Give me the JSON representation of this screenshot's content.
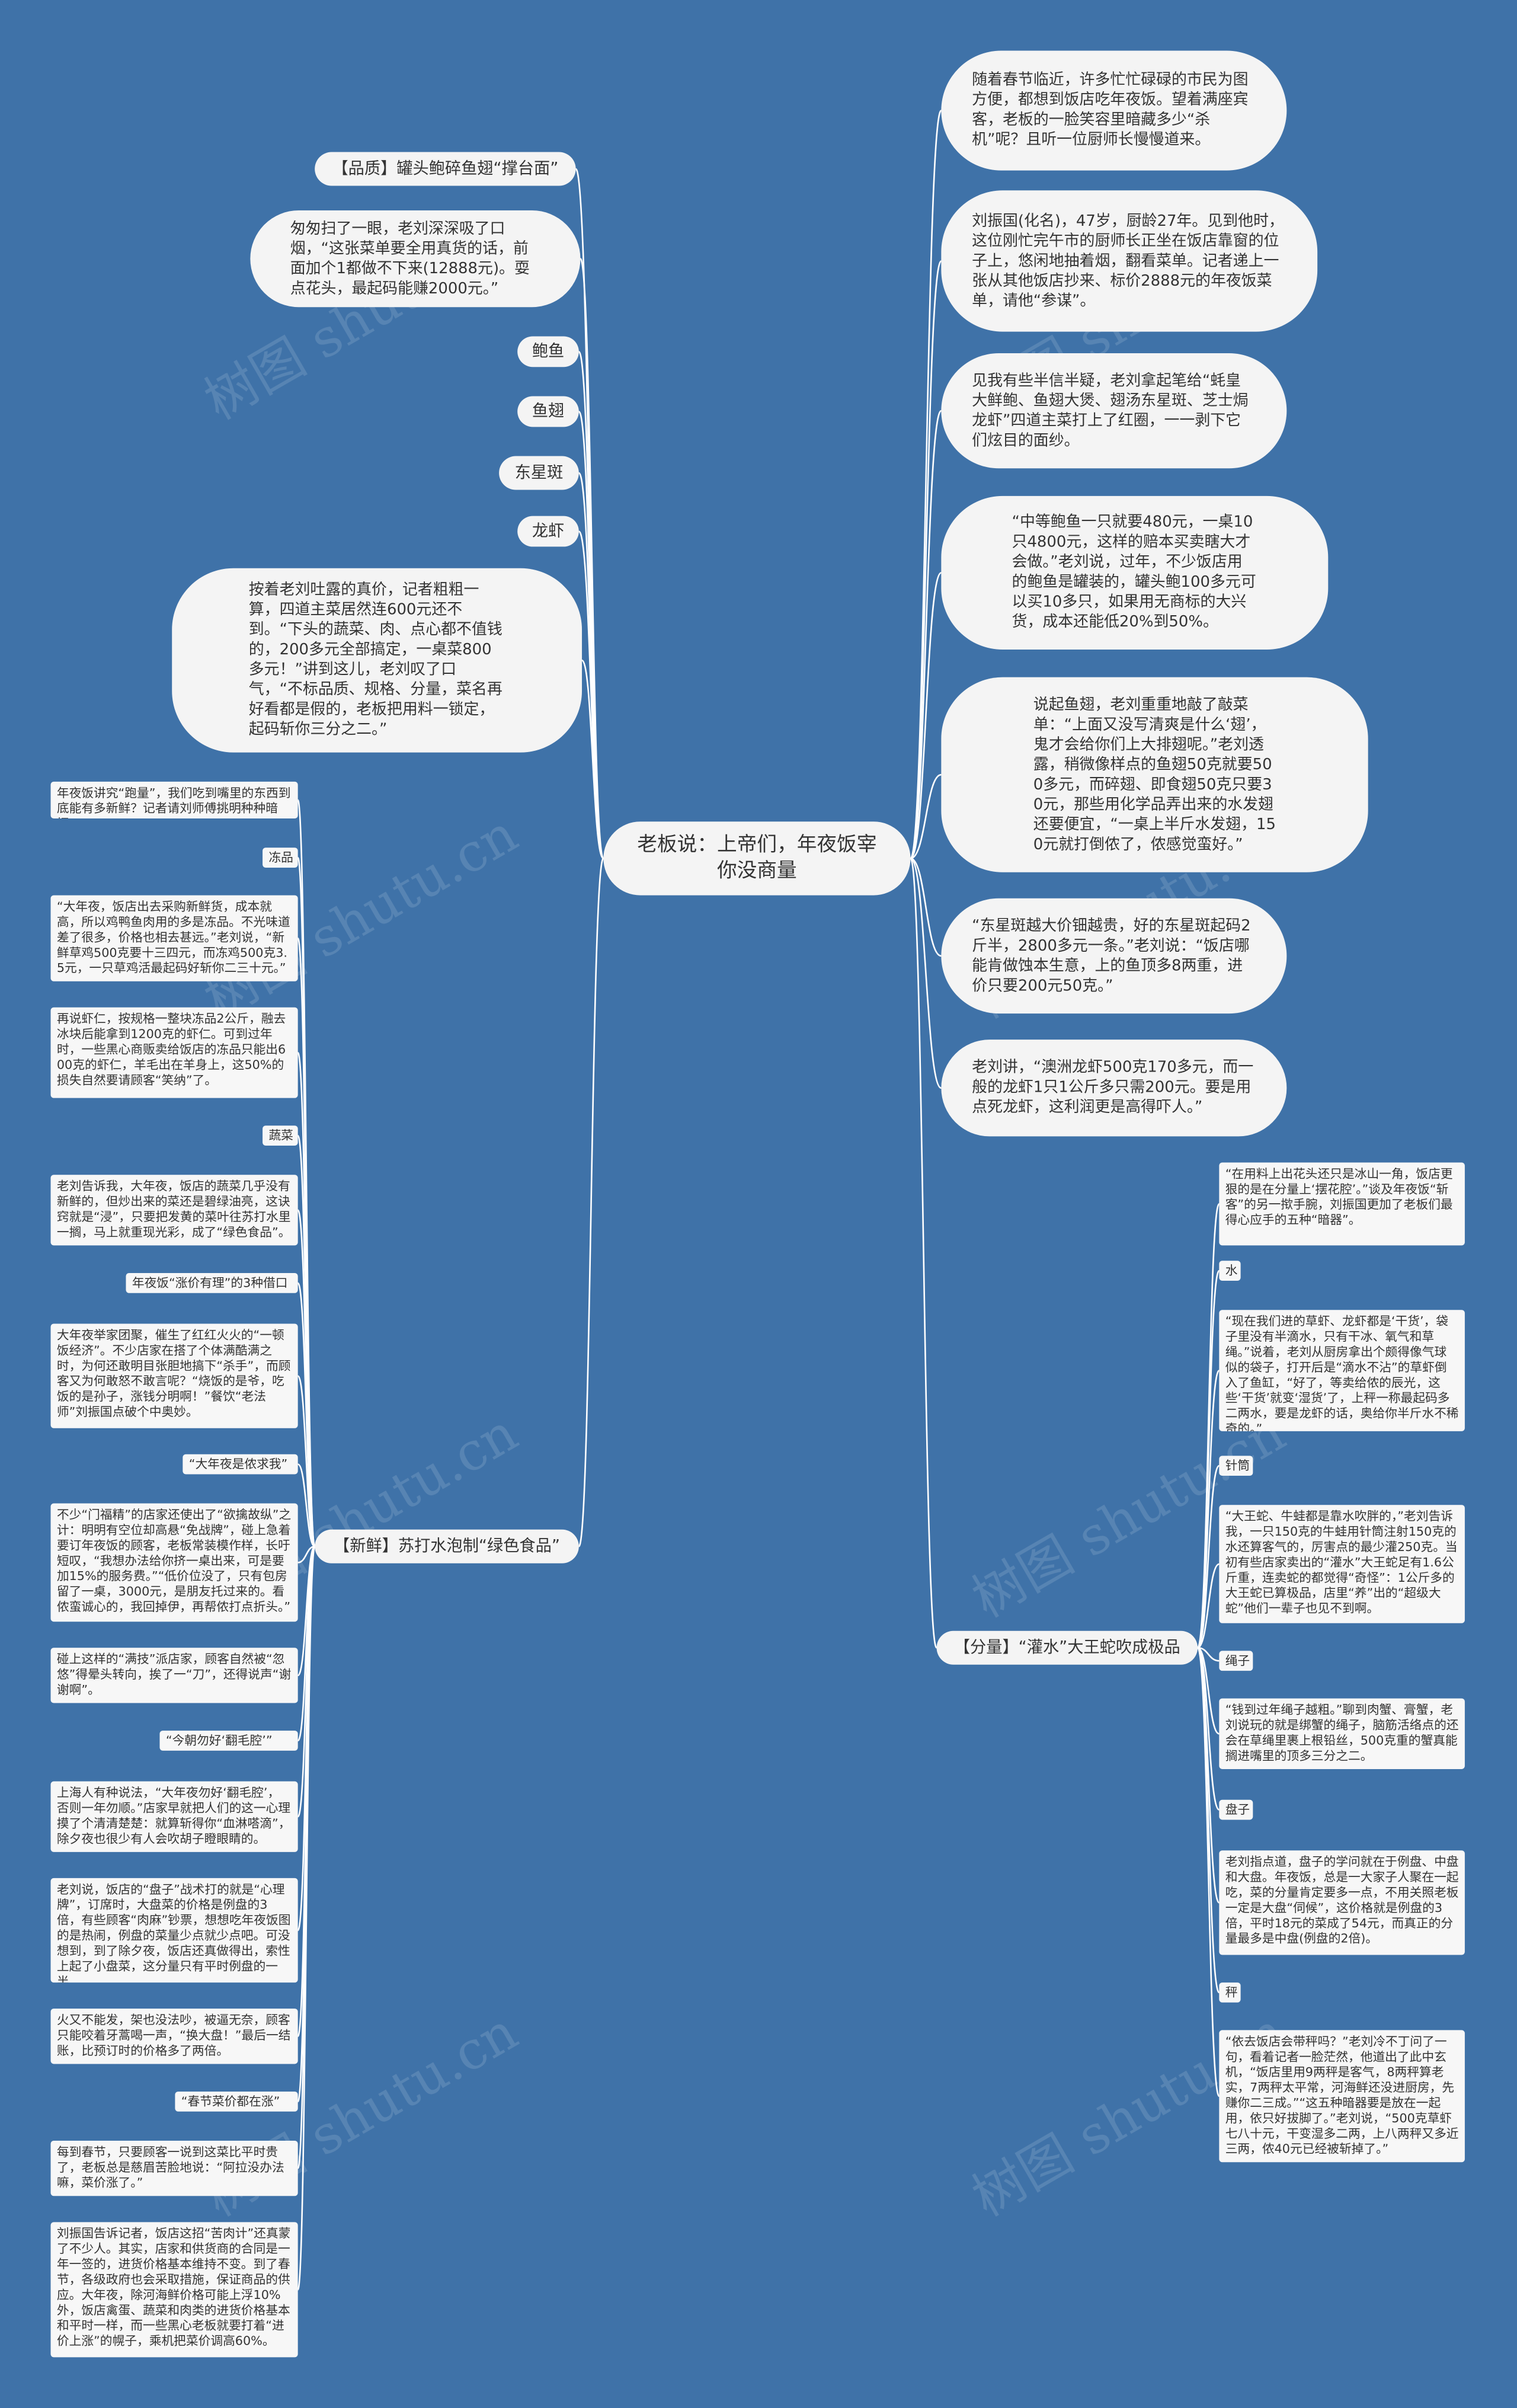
{
  "center_title": "老板说：上帝们，年夜饭宰你没商量",
  "watermark": "树图 shutu.cn",
  "left_branches": {
    "quality": "【品质】罐头鲍碎鱼翅“撑台面”",
    "quality_desc": "匆匆扫了一眼，老刘深深吸了口烟，“这张菜单要全用真货的话，前面加个1都做不下来(12888元)。耍点花头，最起码能赚2000元。”",
    "items": [
      "鲍鱼",
      "鱼翅",
      "东星斑",
      "龙虾"
    ],
    "cost_desc": "按着老刘吐露的真价，记者粗粗一算，四道主菜居然连600元还不到。“下头的蔬菜、肉、点心都不值钱的，200多元全部搞定，一桌菜800多元！”讲到这儿，老刘叹了口气，“不标品质、规格、分量，菜名再好看都是假的，老板把用料一锁定，起码斩你三分之二。”",
    "fresh": "【新鲜】苏打水泡制“绿色食品”"
  },
  "right_bubbles": [
    "随着春节临近，许多忙忙碌碌的市民为图方便，都想到饭店吃年夜饭。望着满座宾客，老板的一脸笑容里暗藏多少“杀机”呢？且听一位厨师长慢慢道来。",
    "刘振国(化名)，47岁，厨龄27年。见到他时，这位刚忙完午市的厨师长正坐在饭店靠窗的位子上，悠闲地抽着烟，翻看菜单。记者递上一张从其他饭店抄来、标价2888元的年夜饭菜单，请他“参谋”。",
    "见我有些半信半疑，老刘拿起笔给“蚝皇大鲜鲍、鱼翅大煲、翅汤东星斑、芝士焗龙虾”四道主菜打上了红圈，一一剥下它们炫目的面纱。",
    "“中等鲍鱼一只就要480元，一桌10只4800元，这样的赔本买卖瞎大才会做。”老刘说，过年，不少饭店用的鲍鱼是罐装的，罐头鲍100多元可以买10多只，如果用无商标的大兴货，成本还能低20%到50%。",
    "说起鱼翅，老刘重重地敲了敲菜单：“上面又没写清爽是什么‘翅’，鬼才会给你们上大排翅呢。”老刘透露，稍微像样点的鱼翅50克就要500多元，而碎翅、即食翅50克只要30元，那些用化学品弄出来的水发翅还要便宜，“一桌上半斤水发翅，150元就打倒侬了，侬感觉蛮好。”",
    "“东星斑越大价钿越贵，好的东星斑起码2斤半，2800多元一条。”老刘说：“饭店哪能肯做蚀本生意，上的鱼顶多8两重，进价只要200元50克。”",
    "老刘讲，“澳洲龙虾500克170多元，而一般的龙虾1只1公斤多只需200元。要是用点死龙虾，这利润更是高得吓人。”"
  ],
  "fresh_cards": [
    {
      "type": "card",
      "text": "年夜饭讲究“跑量”，我们吃到嘴里的东西到底能有多新鲜？记者请刘师傅挑明种种暗招。"
    },
    {
      "type": "tag",
      "text": "冻品"
    },
    {
      "type": "card",
      "text": "“大年夜，饭店出去采购新鲜货，成本就高，所以鸡鸭鱼肉用的多是冻品。不光味道差了很多，价格也相去甚远。”老刘说，“新鲜草鸡500克要十三四元，而冻鸡500克3.5元，一只草鸡活最起码好斩你二三十元。”"
    },
    {
      "type": "card",
      "text": "再说虾仁，按规格一整块冻品2公斤，融去冰块后能拿到1200克的虾仁。可到过年时，一些黑心商贩卖给饭店的冻品只能出600克的虾仁，羊毛出在羊身上，这50%的损失自然要请顾客“笑纳”了。"
    },
    {
      "type": "tag",
      "text": "蔬菜"
    },
    {
      "type": "card",
      "text": "老刘告诉我，大年夜，饭店的蔬菜几乎没有新鲜的，但炒出来的菜还是碧绿油亮，这诀窍就是“浸”，只要把发黄的菜叶往苏打水里一搁，马上就重现光彩，成了“绿色食品”。"
    },
    {
      "type": "tag",
      "text": "年夜饭“涨价有理”的3种借口"
    },
    {
      "type": "card",
      "text": "大年夜举家团聚，催生了红红火火的“一顿饭经济”。不少店家在搭了个体满酷满之时，为何还敢明目张胆地搞下“杀手”，而顾客又为何敢怒不敢言呢？“烧饭的是爷，吃饭的是孙子，涨钱分明啊！”餐饮“老法师”刘振国点破个中奥妙。"
    },
    {
      "type": "tag",
      "text": "“大年夜是侬求我”"
    },
    {
      "type": "card",
      "text": "不少“门福精”的店家还使出了“欲擒故纵”之计：明明有空位却高悬“免战牌”，碰上急着要订年夜饭的顾客，老板常装模作样，长吁短叹，“我想办法给你挤一桌出来，可是要加15%的服务费。”“低价位没了，只有包房留了一桌，3000元，是朋友托过来的。看侬蛮诚心的，我回掉伊，再帮侬打点折头。”"
    },
    {
      "type": "card",
      "text": "碰上这样的“满技”派店家，顾客自然被“忽悠”得晕头转向，挨了一“刀”，还得说声“谢谢啊”。"
    },
    {
      "type": "tag",
      "text": "“今朝勿好‘翻毛腔’”"
    },
    {
      "type": "card",
      "text": "上海人有种说法，“大年夜勿好‘翻毛腔’，否则一年勿顺。”店家早就把人们的这一心理摸了个清清楚楚：就算斩得你“血淋嗒滴”，除夕夜也很少有人会吹胡子瞪眼睛的。"
    },
    {
      "type": "card",
      "text": "老刘说，饭店的“盘子”战术打的就是“心理牌”，订席时，大盘菜的价格是例盘的3倍，有些顾客“肉麻”钞票，想想吃年夜饭图的是热闹，例盘的菜量少点就少点吧。可没想到，到了除夕夜，饭店还真做得出，索性上起了小盘菜，这分量只有平时例盘的一半。"
    },
    {
      "type": "card",
      "text": "火又不能发，架也没法吵，被逼无奈，顾客只能咬着牙蒿喝一声，“换大盘！”最后一结账，比预订时的价格多了两倍。"
    },
    {
      "type": "tag",
      "text": "“春节菜价都在涨”"
    },
    {
      "type": "card",
      "text": "每到春节，只要顾客一说到这菜比平时贵了，老板总是慈眉苦脸地说：“阿拉没办法嘛，菜价涨了。”"
    },
    {
      "type": "card",
      "text": "刘振国告诉记者，饭店这招“苦肉计”还真蒙了不少人。其实，店家和供货商的合同是一年一签的，进货价格基本维持不变。到了春节，各级政府也会采取措施，保证商品的供应。大年夜，除河海鲜价格可能上浮10%外，饭店禽蛋、蔬菜和肉类的进货价格基本和平时一样，而一些黑心老板就要打着“进价上涨”的幌子，乘机把菜价调高60%。"
    }
  ],
  "quantity": {
    "label": "【分量】“灌水”大王蛇吹成极品",
    "cards": [
      {
        "type": "card",
        "text": "“在用料上出花头还只是冰山一角，饭店更狠的是在分量上‘摆花腔’。”谈及年夜饭“斩客”的另一揿手腕，刘振国更加了老板们最得心应手的五种“暗器”。"
      },
      {
        "type": "tag",
        "text": "水"
      },
      {
        "type": "card",
        "text": "“现在我们进的草虾、龙虾都是‘干货’，袋子里没有半滴水，只有干冰、氧气和草绳。”说着，老刘从厨房拿出个颇得像气球似的袋子，打开后是“滴水不沾”的草虾倒入了鱼缸，“好了，等卖给侬的辰光，这些‘干货’就变‘湿货’了，上秤一称最起码多二两水，要是龙虾的话，奥给你半斤水不稀奇的。”"
      },
      {
        "type": "tag",
        "text": "针筒"
      },
      {
        "type": "card",
        "text": "“大王蛇、牛蛙都是靠水吹胖的，”老刘告诉我，一只150克的牛蛙用针筒注射150克的水还算客气的，厉害点的最少灌250克。当初有些店家卖出的“灌水”大王蛇足有1.6公斤重，连卖蛇的都觉得“奇怪”：1公斤多的大王蛇已算极品，店里“养”出的“超级大蛇”他们一辈子也见不到啊。"
      },
      {
        "type": "tag",
        "text": "绳子"
      },
      {
        "type": "card",
        "text": "“钱到过年绳子越粗。”聊到肉蟹、膏蟹，老刘说玩的就是绑蟹的绳子，脑筋活络点的还会在草绳里裹上根铅丝，500克重的蟹真能搁进嘴里的顶多三分之二。"
      },
      {
        "type": "tag",
        "text": "盘子"
      },
      {
        "type": "card",
        "text": "老刘指点道，盘子的学问就在于例盘、中盘和大盘。年夜饭，总是一大家子人聚在一起吃，菜的分量肯定要多一点，不用关照老板一定是大盘“伺候”，这价格就是例盘的3倍，平时18元的菜成了54元，而真正的分量最多是中盘(例盘的2倍)。"
      },
      {
        "type": "tag",
        "text": "秤"
      },
      {
        "type": "card",
        "text": "“依去饭店会带秤吗？”老刘冷不丁问了一句，看着记者一脸茫然，他道出了此中玄机，“饭店里用9两秤是客气，8两秤算老实，7两秤太平常，河海鲜还没进厨房，先赚你二三成。”“这五种暗器要是放在一起用，依只好拔脚了。”老刘说，“500克草虾七八十元，干变湿多二两，上八两秤又多近三两，侬40元已经被斩掉了。”"
      }
    ]
  }
}
